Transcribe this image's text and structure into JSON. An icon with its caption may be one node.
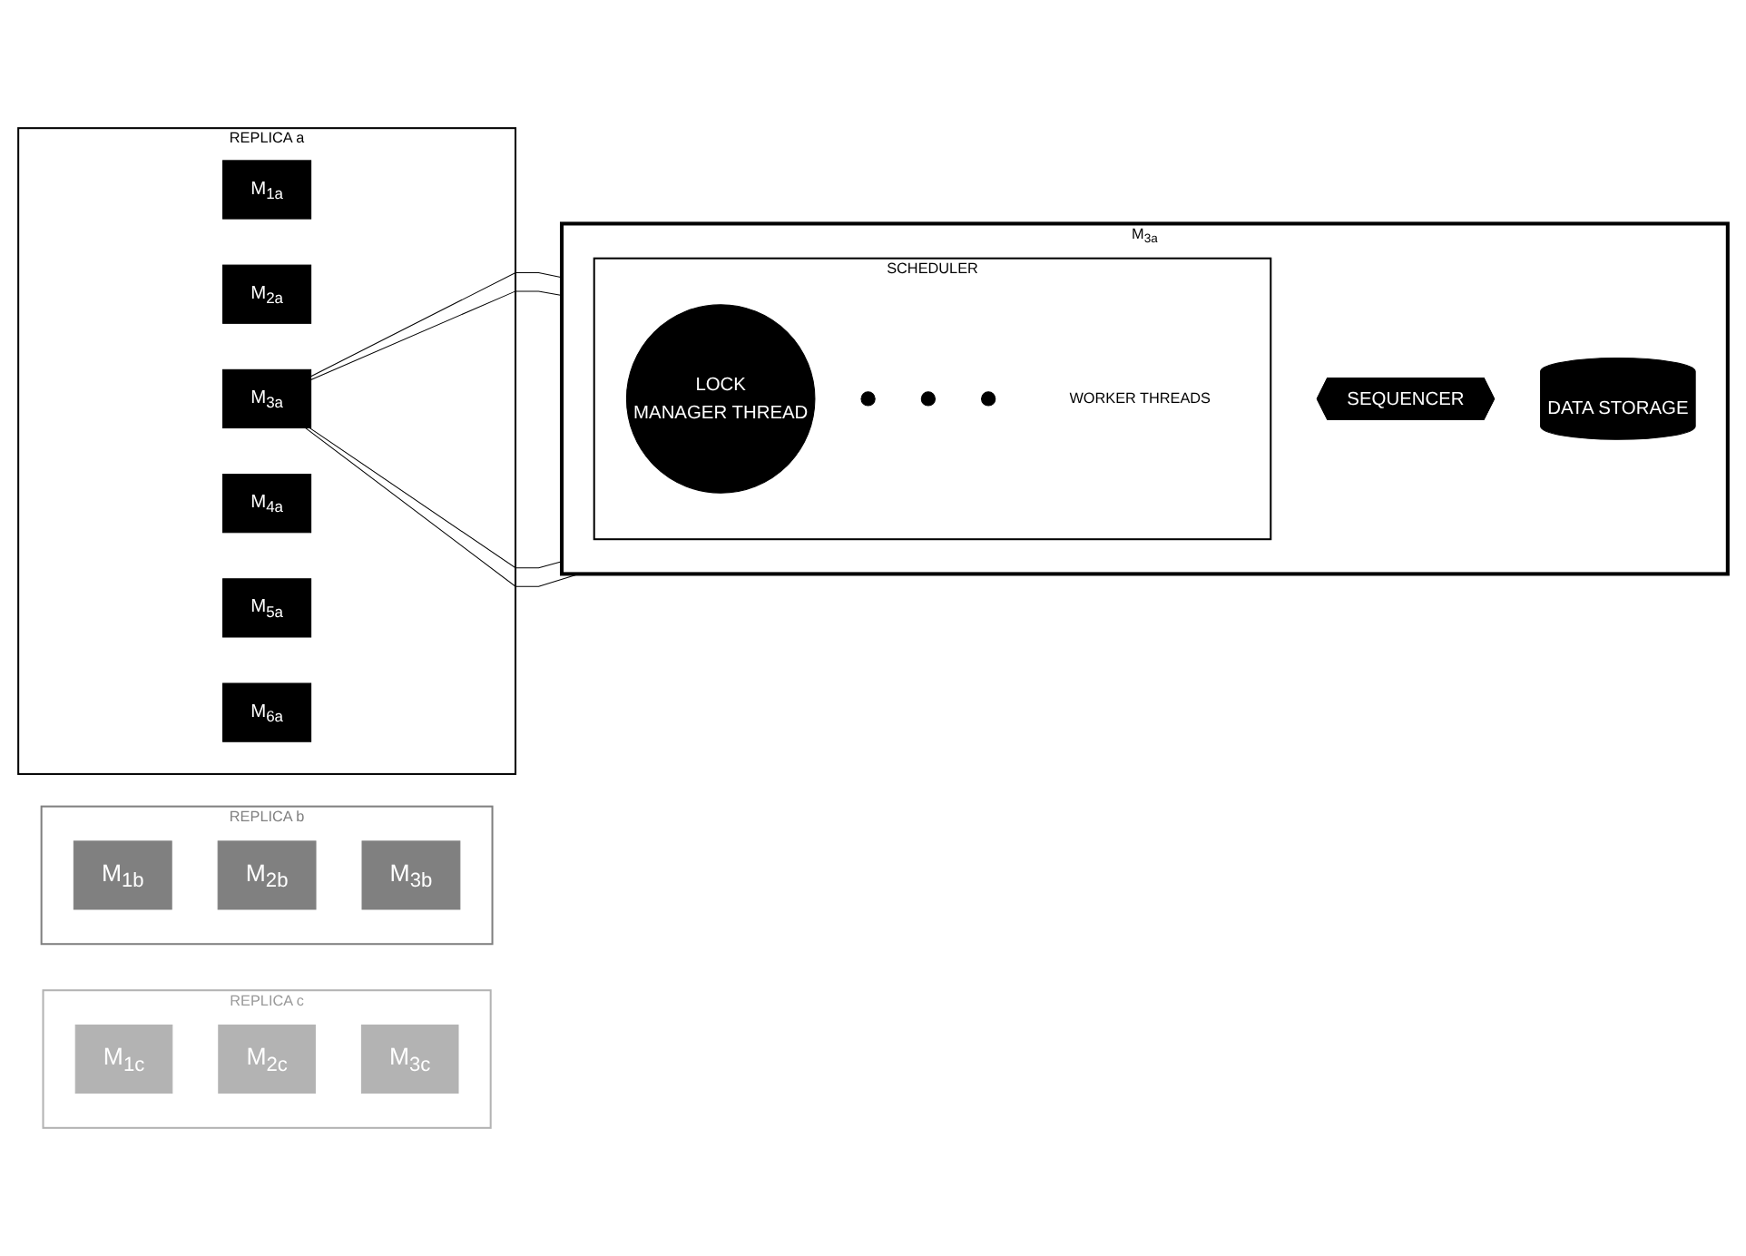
{
  "diagram": {
    "nodes": [
      {
        "text": [
          "REPLICA c"
        ]
      },
      {
        "text": [
          "M$_{1c}$"
        ],
        "in": 0
      },
      {
        "text": [
          "M$_{2c}$"
        ],
        "in": 0
      },
      {
        "text": [
          "M$_{3c}$"
        ],
        "in": 0
      },
      {
        "text": [
          "REPLICA b"
        ]
      },
      {
        "text": [
          "M$_{1b}$"
        ],
        "in": 4
      },
      {
        "text": [
          "M$_{2b}$"
        ],
        "in": 4
      },
      {
        "text": [
          "M$_{3b}$"
        ],
        "in": 4
      },
      {
        "text": [
          "REPLICA a"
        ]
      },
      {
        "text": [
          "M$_{1a}$"
        ],
        "in": 8
      },
      {
        "text": [
          "M$_{2a}$"
        ],
        "in": 8
      },
      {
        "text": [
          "M$_{3a}$"
        ],
        "in": 8
      },
      {
        "text": [
          "M$_{4a}$"
        ],
        "in": 8
      },
      {
        "text": [
          "M$_{5a}$"
        ],
        "in": 8
      },
      {
        "text": [
          "M$_{6a}$"
        ],
        "in": 8
      },
      {
        "text": [
          "M$_{3a}$"
        ]
      },
      {
        "text": [
          "SEQUENCER"
        ],
        "in": 15
      },
      {
        "text": [
          "SCHEDULER"
        ],
        "in": 15
      },
      {
        "text": [
          "LOCK",
          "MANAGER THREAD"
        ],
        "in": 17
      },
      {
        "text": [],
        "shape": "circle",
        "in": 17
      },
      {
        "text": [],
        "shape": "circle",
        "in": 17
      },
      {
        "text": [],
        "shape": "circle",
        "in": 17
      },
      {
        "text": [
          "WORKER THREADS"
        ],
        "in": 17
      },
      {
        "text": [
          "DATA STORAGE"
        ],
        "in": 15
      }
    ],
    "edges": [
      {
        "from": 11,
        "to": 15,
        "arrow": "none"
      },
      {
        "from": 11,
        "to": 15,
        "arrow": "none"
      },
      {
        "from": 11,
        "to": 15,
        "arrow": "none"
      },
      {
        "from": 11,
        "to": 15,
        "arrow": "none"
      }
    ]
  }
}
